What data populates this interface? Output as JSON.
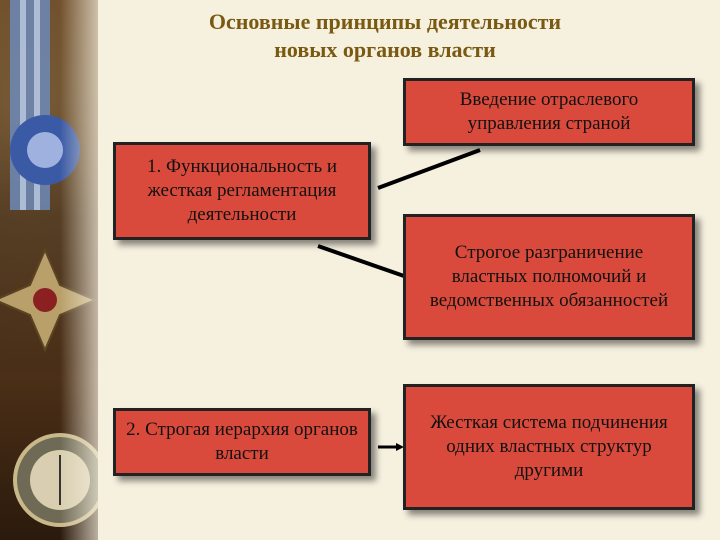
{
  "title": {
    "line1": "Основные принципы деятельности",
    "line2": "новых органов власти"
  },
  "principles": [
    "1. Функциональность и жесткая регламентация деятельности",
    "2. Строгая иерархия органов власти"
  ],
  "results": [
    "Введение отраслевого управления страной",
    "Строгое разграничение властных полномочий и ведомственных обязанностей",
    "Жесткая система подчинения одних властных структур другими"
  ],
  "colors": {
    "box_fill": "#d94a3c",
    "title": "#7a5a12"
  },
  "decorative_image": "medals-and-compass-photo"
}
